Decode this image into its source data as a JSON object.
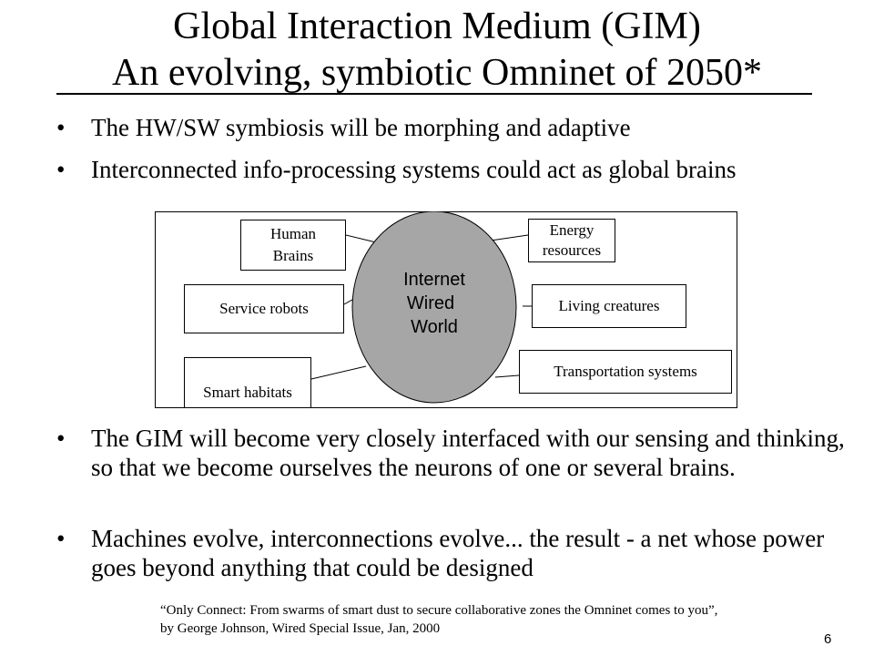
{
  "title": {
    "line1": "Global Interaction Medium (GIM)",
    "line2": "An evolving, symbiotic Omninet of 2050*"
  },
  "bullets_top": [
    "The HW/SW symbiosis will be morphing and adaptive",
    "Interconnected info-processing systems could act as global brains"
  ],
  "diagram": {
    "hub": {
      "line1": "Internet",
      "line2": "Wired",
      "line3": "World",
      "fill": "#a6a6a6"
    },
    "left_nodes": [
      {
        "line1": "Human",
        "line2": "Brains"
      },
      {
        "line1": "Service robots"
      },
      {
        "line1": "Smart habitats"
      }
    ],
    "right_nodes": [
      {
        "line1": "Energy",
        "line2": "resources"
      },
      {
        "line1": "Living creatures"
      },
      {
        "line1": "Transportation systems"
      }
    ]
  },
  "bullets_bottom": [
    "The GIM will become very closely interfaced with our sensing and thinking, so that we become ourselves the neurons of one or several brains.",
    "Machines evolve, interconnections evolve... the result - a net whose power goes beyond anything that could be designed"
  ],
  "citation": "“Only Connect: From swarms of smart dust to secure collaborative zones the Omninet comes to you”, by George Johnson, Wired Special Issue, Jan, 2000",
  "page_number": "6",
  "bullet_char": "•"
}
